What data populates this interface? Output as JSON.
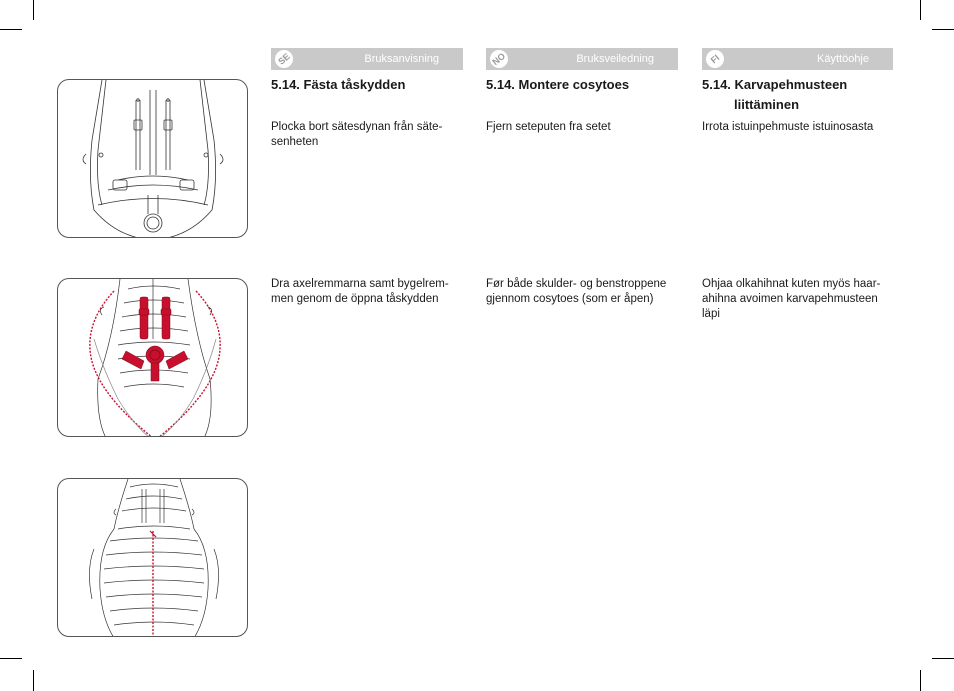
{
  "columns": [
    {
      "lang_code": "SE",
      "manual_title": "Bruksanvisning",
      "heading": "5.14. Fästa tåskydden",
      "heading_line2": "",
      "step1": [
        "Plocka bort sätesdynan från säte-",
        "senheten"
      ],
      "step2": [
        "Dra axelremmarna samt bygelrem-",
        "men genom de öppna tåskydden"
      ]
    },
    {
      "lang_code": "NO",
      "manual_title": "Bruksveiledning",
      "heading": "5.14. Montere cosytoes",
      "heading_line2": "",
      "step1": [
        "Fjern seteputen fra setet"
      ],
      "step2": [
        "Før både skulder- og benstroppene",
        "gjennom cosytoes (som er åpen)"
      ]
    },
    {
      "lang_code": "FI",
      "manual_title": "Käyttöohje",
      "heading": "5.14. Karvapehmusteen",
      "heading_line2": "liittäminen",
      "step1": [
        "Irrota istuinpehmuste istuinosasta"
      ],
      "step2": [
        "Ohjaa olkahihnat kuten myös haar-",
        "ahihna avoimen karvapehmusteen",
        "läpi"
      ]
    }
  ],
  "colors": {
    "band": "#c9c9c9",
    "accent_red": "#c8102e",
    "frame_border": "#555555"
  },
  "illustrations": [
    "seat-with-cushion",
    "cosytoe-open-with-harness",
    "cosytoe-zipped"
  ]
}
